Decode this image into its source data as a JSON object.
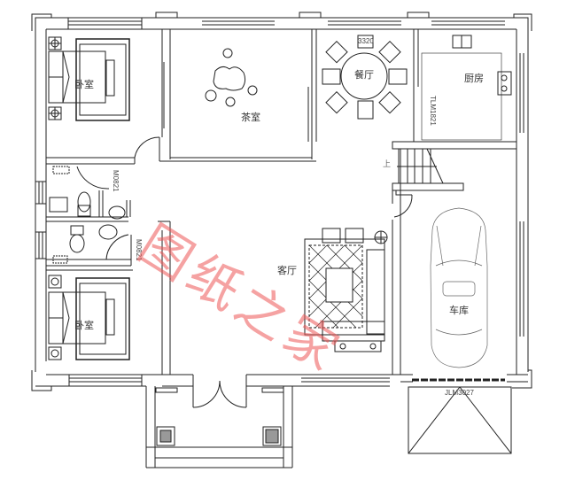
{
  "plan": {
    "rooms": [
      {
        "id": "bedroom-top",
        "label": "卧室"
      },
      {
        "id": "tea-room",
        "label": "茶室"
      },
      {
        "id": "dining-room",
        "label": "餐厅"
      },
      {
        "id": "kitchen",
        "label": "厨房"
      },
      {
        "id": "living-room",
        "label": "客厅"
      },
      {
        "id": "garage",
        "label": "车库"
      },
      {
        "id": "bedroom-bottom",
        "label": "卧室"
      }
    ],
    "stair_label": "上",
    "codes": {
      "dining_table": "3320",
      "kitchen_door": "TLM1821",
      "bath_door_1": "M0821",
      "bath_door_2": "M0821",
      "garage_door": "JLM3027"
    },
    "watermark": "图纸之家",
    "colors": {
      "line": "#222222",
      "watermark": "#ec5656",
      "background": "#ffffff",
      "pillar_fill": "#999999"
    }
  }
}
